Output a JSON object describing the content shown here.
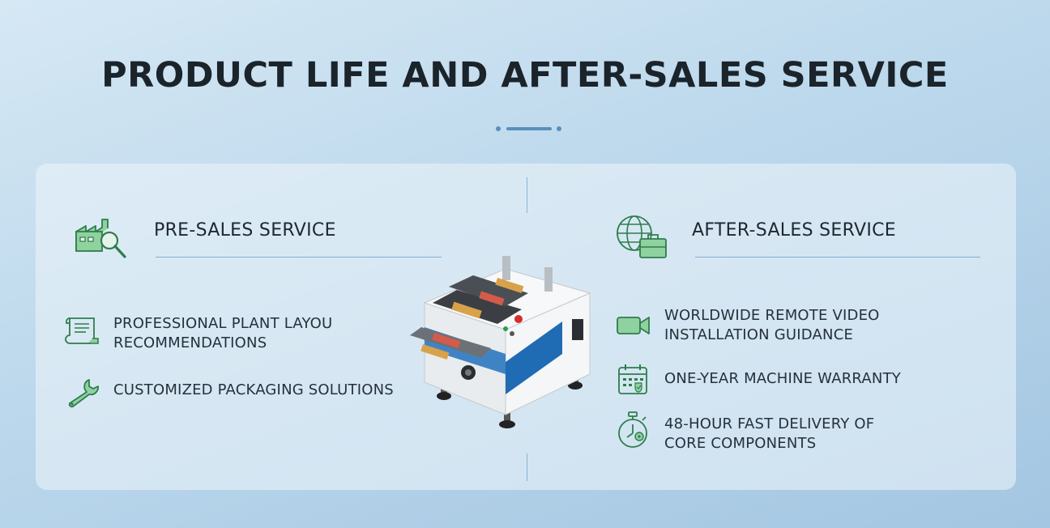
{
  "title": "PRODUCT LIFE AND AFTER-SALES SERVICE",
  "colors": {
    "accent_green": "#3f9a63",
    "accent_blue": "#5a8fbc",
    "machine_blue": "#1f6bb4"
  },
  "pre_sales": {
    "heading": "PRE-SALES SERVICE",
    "icon": "factory-search-icon",
    "items": [
      {
        "icon": "document-scroll-icon",
        "line1": "PROFESSIONAL PLANT LAYOU",
        "line2": "RECOMMENDATIONS"
      },
      {
        "icon": "wrench-icon",
        "line1": "CUSTOMIZED PACKAGING SOLUTIONS"
      }
    ]
  },
  "after_sales": {
    "heading": "AFTER-SALES SERVICE",
    "icon": "globe-briefcase-icon",
    "items": [
      {
        "icon": "video-camera-icon",
        "line1": "WORLDWIDE REMOTE VIDEO",
        "line2": "INSTALLATION GUIDANCE"
      },
      {
        "icon": "calendar-check-icon",
        "line1": "ONE-YEAR MACHINE WARRANTY"
      },
      {
        "icon": "stopwatch-gear-icon",
        "line1": "48-HOUR FAST DELIVERY OF",
        "line2": "CORE COMPONENTS"
      }
    ]
  }
}
